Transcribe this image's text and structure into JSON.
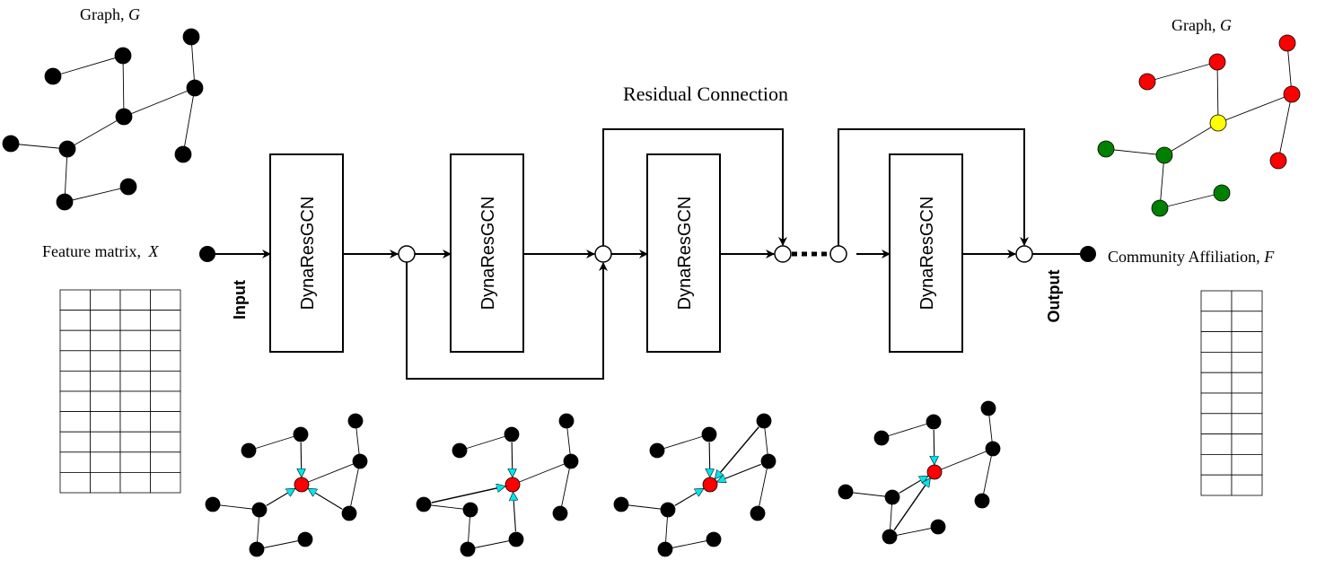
{
  "colors": {
    "node_default": "#000000",
    "red": "#ff0000",
    "green": "#008000",
    "yellow": "#ffff00",
    "arrow_cyan": "#00e5ee"
  },
  "input_side": {
    "graph_title": "Graph, ",
    "graph_symbol": "G",
    "feature_label": "Feature matrix, ",
    "feature_symbol": "X",
    "feature_matrix": {
      "rows": 10,
      "cols": 4
    }
  },
  "pipeline": {
    "input_label": "Input",
    "output_label": "Output",
    "residual_label": "Residual Connection",
    "blocks": [
      {
        "label": "DynaResGCN"
      },
      {
        "label": "DynaResGCN"
      },
      {
        "label": "DynaResGCN"
      },
      {
        "label": "DynaResGCN"
      }
    ]
  },
  "output_side": {
    "graph_title": "Graph, ",
    "graph_symbol": "G",
    "community_label": "Community Affiliation, ",
    "community_symbol": "F",
    "community_matrix": {
      "rows": 10,
      "cols": 2
    }
  }
}
